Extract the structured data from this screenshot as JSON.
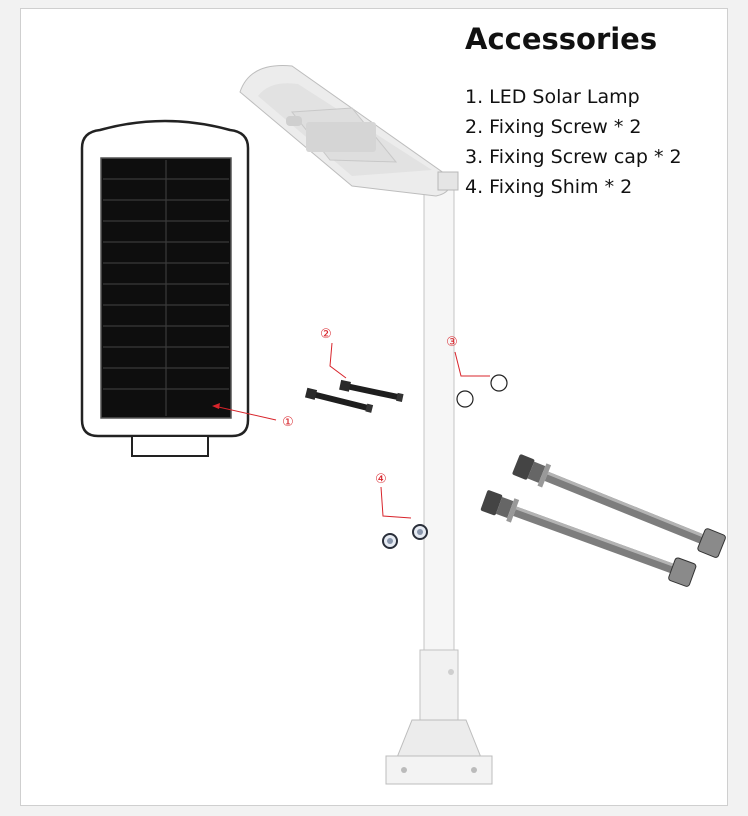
{
  "heading": "Accessories",
  "items": [
    "1. LED Solar Lamp",
    "2. Fixing Screw * 2",
    "3. Fixing Screw cap * 2",
    "4. Fixing Shim * 2"
  ],
  "callouts": {
    "c1": "①",
    "c2": "②",
    "c3": "③",
    "c4": "④"
  },
  "colors": {
    "callout": "#d8242b",
    "panel": "#111111",
    "pole": "#f4f4f4"
  }
}
